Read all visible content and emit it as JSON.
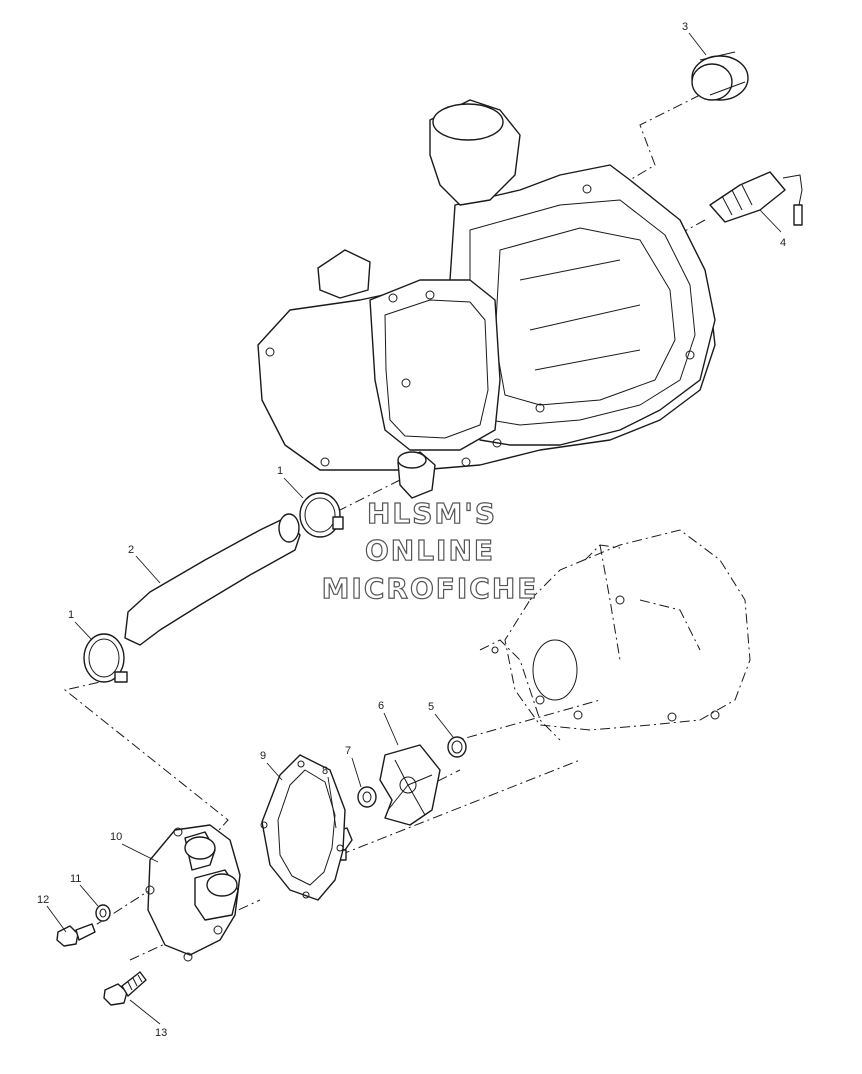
{
  "diagram": {
    "callouts": [
      {
        "id": "3",
        "label": "3"
      },
      {
        "id": "4",
        "label": "4"
      },
      {
        "id": "1a",
        "label": "1"
      },
      {
        "id": "2",
        "label": "2"
      },
      {
        "id": "1b",
        "label": "1"
      },
      {
        "id": "6",
        "label": "6"
      },
      {
        "id": "5",
        "label": "5"
      },
      {
        "id": "7",
        "label": "7"
      },
      {
        "id": "8",
        "label": "8"
      },
      {
        "id": "9",
        "label": "9"
      },
      {
        "id": "10",
        "label": "10"
      },
      {
        "id": "11",
        "label": "11"
      },
      {
        "id": "12",
        "label": "12"
      },
      {
        "id": "13",
        "label": "13"
      }
    ],
    "watermark": {
      "line1": "HLSM'S",
      "line2": "ONLINE",
      "line3": "MICROFICHE"
    }
  }
}
